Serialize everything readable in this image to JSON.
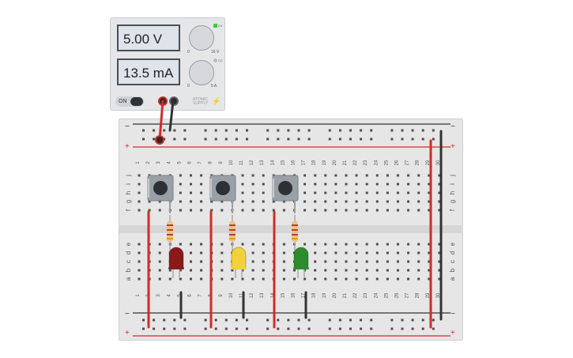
{
  "psu": {
    "voltage_display": "5.00 V",
    "current_display": "13.5 mA",
    "power_label": "ON",
    "brand_line1": "ATOMIC",
    "brand_line2": "SUPPLY",
    "voltage_scale_min": "0",
    "voltage_scale_max": "16 V",
    "current_scale_min": "0",
    "current_scale_max": "5 A",
    "cv_indicator": "CV",
    "cc_indicator": "CC"
  },
  "breadboard": {
    "columns": 30,
    "column_labels": [
      "1",
      "2",
      "3",
      "4",
      "5",
      "6",
      "7",
      "8",
      "9",
      "10",
      "11",
      "12",
      "13",
      "14",
      "15",
      "16",
      "17",
      "18",
      "19",
      "20",
      "21",
      "22",
      "23",
      "24",
      "25",
      "26",
      "27",
      "28",
      "29",
      "30"
    ],
    "row_labels_top": [
      "j",
      "i",
      "h",
      "g",
      "f"
    ],
    "row_labels_bottom": [
      "e",
      "d",
      "c",
      "b",
      "a"
    ],
    "rail_minus": "−",
    "rail_plus": "+"
  },
  "components": {
    "buttons": [
      "pushbutton",
      "pushbutton",
      "pushbutton"
    ],
    "resistors": [
      "resistor",
      "resistor",
      "resistor"
    ],
    "leds": [
      {
        "color": "#8b1a1a",
        "name": "red-led"
      },
      {
        "color": "#f2d23a",
        "name": "yellow-led"
      },
      {
        "color": "#2e8b2e",
        "name": "green-led"
      }
    ]
  },
  "colors": {
    "wire_red": "#d42a2a",
    "wire_black": "#333333",
    "rail_red": "#d42a2a",
    "rail_black": "#333333",
    "resistor_body": "#e8c48a"
  }
}
